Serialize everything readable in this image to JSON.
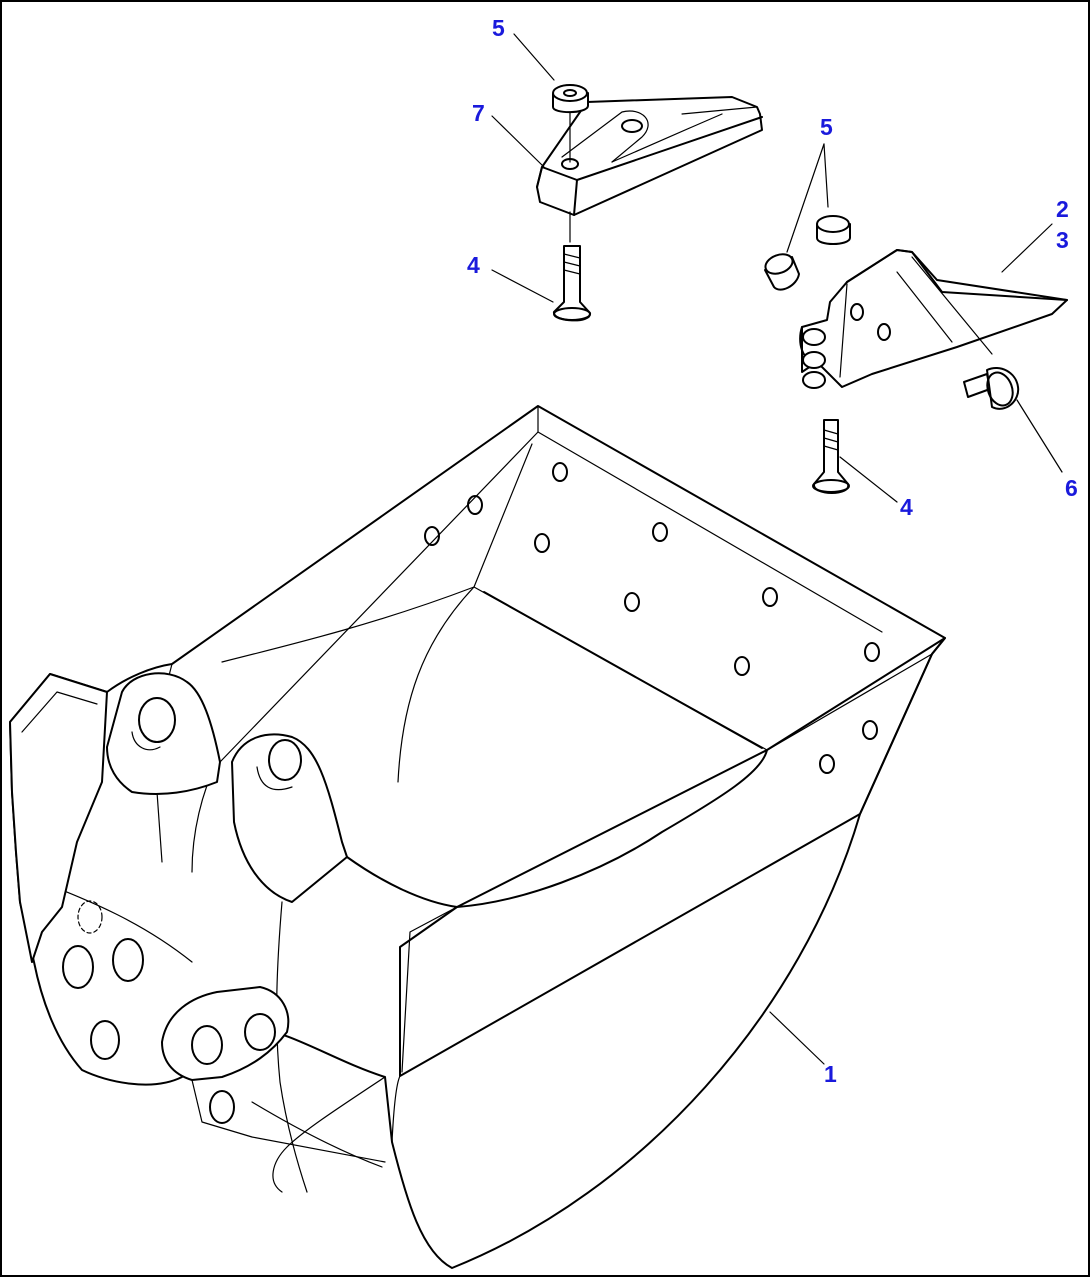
{
  "diagram": {
    "colors": {
      "line": "#000000",
      "callout": "#1a1adc",
      "background": "#ffffff"
    },
    "callouts": [
      {
        "id": "c5a",
        "label": "5"
      },
      {
        "id": "c7",
        "label": "7"
      },
      {
        "id": "c4a",
        "label": "4"
      },
      {
        "id": "c5b",
        "label": "5"
      },
      {
        "id": "c2",
        "label": "2"
      },
      {
        "id": "c3",
        "label": "3"
      },
      {
        "id": "c6",
        "label": "6"
      },
      {
        "id": "c4b",
        "label": "4"
      },
      {
        "id": "c1",
        "label": "1"
      }
    ]
  }
}
